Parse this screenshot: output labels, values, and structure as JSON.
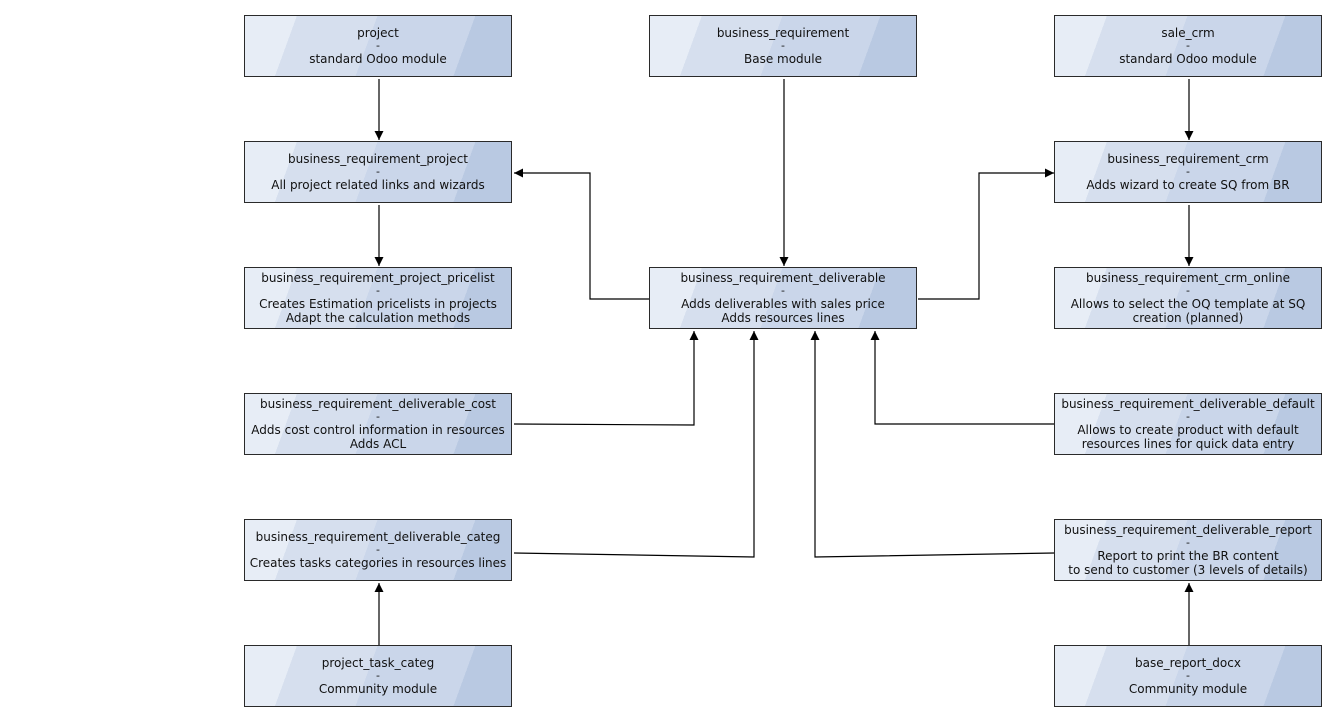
{
  "diagram": {
    "nodes": {
      "project": {
        "name": "project",
        "separator": "-",
        "lines": [
          "standard Odoo module"
        ]
      },
      "business_requirement": {
        "name": "business_requirement",
        "separator": "-",
        "lines": [
          "Base module"
        ]
      },
      "sale_crm": {
        "name": "sale_crm",
        "separator": "-",
        "lines": [
          "standard Odoo module"
        ]
      },
      "br_project": {
        "name": "business_requirement_project",
        "separator": "-",
        "lines": [
          "All project related links and wizards"
        ]
      },
      "br_crm": {
        "name": "business_requirement_crm",
        "separator": "-",
        "lines": [
          "Adds wizard to create SQ from BR"
        ]
      },
      "br_project_pricelist": {
        "name": "business_requirement_project_pricelist",
        "separator": "-",
        "lines": [
          "Creates Estimation pricelists in projects",
          "Adapt the calculation methods"
        ]
      },
      "br_deliverable": {
        "name": "business_requirement_deliverable",
        "separator": "-",
        "lines": [
          "Adds deliverables with sales price",
          "Adds resources lines"
        ]
      },
      "br_crm_online": {
        "name": "business_requirement_crm_online",
        "separator": "-",
        "lines": [
          "Allows to select the OQ template at SQ",
          "creation (planned)"
        ]
      },
      "br_deliverable_cost": {
        "name": "business_requirement_deliverable_cost",
        "separator": "-",
        "lines": [
          "Adds cost control information in resources",
          "Adds ACL"
        ]
      },
      "br_deliverable_default": {
        "name": "business_requirement_deliverable_default",
        "separator": "-",
        "lines": [
          "Allows to create product with default",
          "resources lines for quick data entry"
        ]
      },
      "br_deliverable_categ": {
        "name": "business_requirement_deliverable_categ",
        "separator": "-",
        "lines": [
          "Creates tasks categories in resources lines"
        ]
      },
      "br_deliverable_report": {
        "name": "business_requirement_deliverable_report",
        "separator": "-",
        "lines": [
          "Report to print the BR content",
          "to send to customer (3 levels of details)"
        ]
      },
      "project_task_categ": {
        "name": "project_task_categ",
        "separator": "-",
        "lines": [
          "Community module"
        ]
      },
      "base_report_docx": {
        "name": "base_report_docx",
        "separator": "-",
        "lines": [
          "Community module"
        ]
      }
    },
    "edges": [
      {
        "from": "project",
        "to": "br_project"
      },
      {
        "from": "br_project",
        "to": "br_project_pricelist"
      },
      {
        "from": "business_requirement",
        "to": "br_deliverable"
      },
      {
        "from": "sale_crm",
        "to": "br_crm"
      },
      {
        "from": "br_crm",
        "to": "br_crm_online"
      },
      {
        "from": "br_deliverable",
        "to": "br_project"
      },
      {
        "from": "br_deliverable",
        "to": "br_crm"
      },
      {
        "from": "br_deliverable_cost",
        "to": "br_deliverable"
      },
      {
        "from": "br_deliverable_categ",
        "to": "br_deliverable"
      },
      {
        "from": "br_deliverable_report",
        "to": "br_deliverable"
      },
      {
        "from": "br_deliverable_default",
        "to": "br_deliverable"
      },
      {
        "from": "project_task_categ",
        "to": "br_deliverable_categ"
      },
      {
        "from": "base_report_docx",
        "to": "br_deliverable_report"
      }
    ]
  }
}
